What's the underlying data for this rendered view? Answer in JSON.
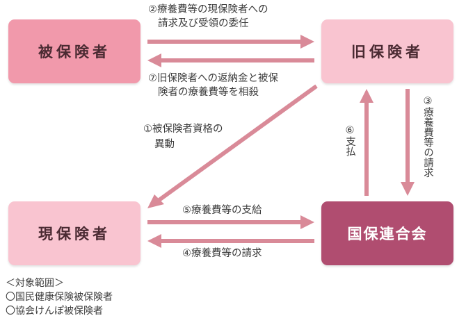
{
  "nodes": {
    "insured": "被保険者",
    "old_insurer": "旧保険者",
    "current_insurer": "現保険者",
    "union": "国保連合会"
  },
  "edges": {
    "e2_line1": "②療養費等の現保険者への",
    "e2_line2": "請求及び受領の委任",
    "e7_line1": "⑦旧保険者への返納金と被保",
    "e7_line2": "険者の療養費等を相殺",
    "e1_line1": "①被保険者資格の",
    "e1_line2": "異動",
    "e5": "⑤療養費等の支給",
    "e4": "④療養費等の請求",
    "e6": "⑥支払",
    "e3": "③療養費等の請求"
  },
  "scope": {
    "title": "＜対象範囲＞",
    "item1": "〇国民健康保険被保険者",
    "item2": "〇協会けんぽ被保険者"
  },
  "colors": {
    "arrow": "#d98a98",
    "node_insured": "#f199ab",
    "node_light": "#f9c4d0",
    "node_union": "#b04d70"
  }
}
